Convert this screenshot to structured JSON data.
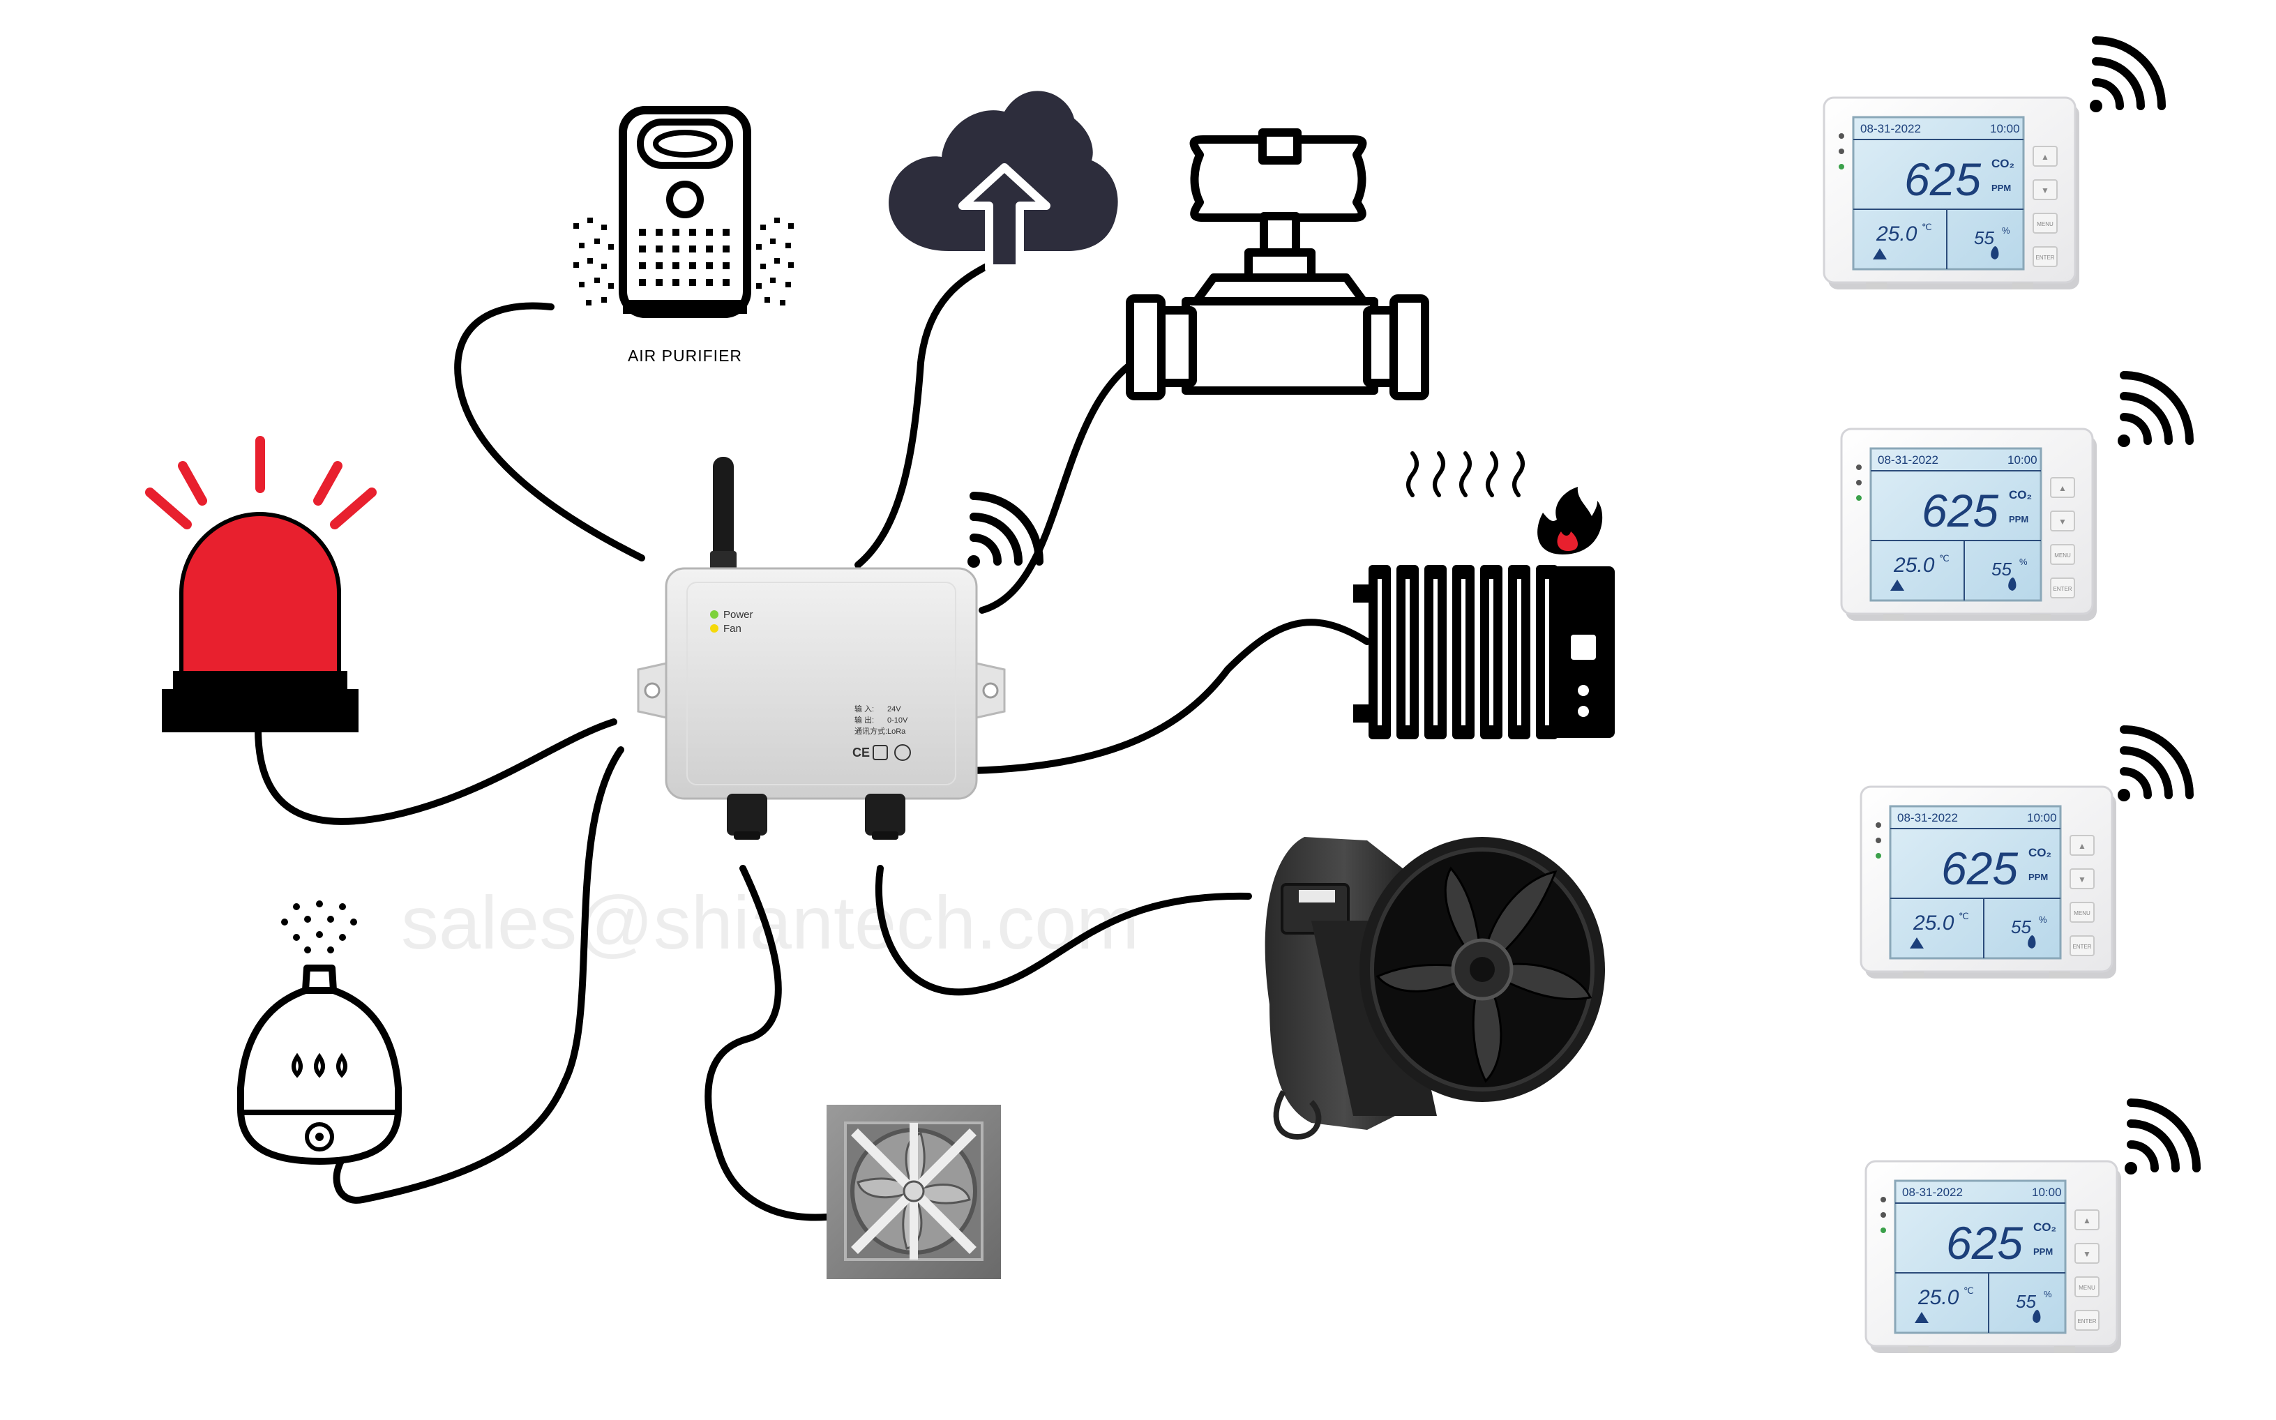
{
  "labels": {
    "air_purifier": "AIR PURIFIER",
    "watermark": "sales@shiantech.com"
  },
  "controller": {
    "led_power": "Power",
    "led_fan": "Fan",
    "spec_input_key": "输 入:",
    "spec_input_val": "24V",
    "spec_output_key": "输 出:",
    "spec_output_val": "0-10V",
    "spec_comm_key": "通讯方式:",
    "spec_comm_val": "LoRa",
    "ce_mark": "CE",
    "led_power_color": "#7dd13b",
    "led_fan_color": "#f5d90a"
  },
  "monitor": {
    "date": "08-31-2022",
    "time": "10:00",
    "co2_value": "625",
    "co2_label": "CO₂",
    "co2_unit": "PPM",
    "temperature": "25.0",
    "temp_unit": "℃",
    "humidity": "55",
    "humidity_unit": "%",
    "btn_up": "▲",
    "btn_down": "▼",
    "btn_menu": "MENU",
    "btn_enter": "ENTER",
    "screen_color": "#cfe6f2",
    "digit_color": "#1c3f7a"
  },
  "colors": {
    "alarm_red": "#e8202e",
    "cable": "#000000",
    "vent_grey": "#808080"
  }
}
